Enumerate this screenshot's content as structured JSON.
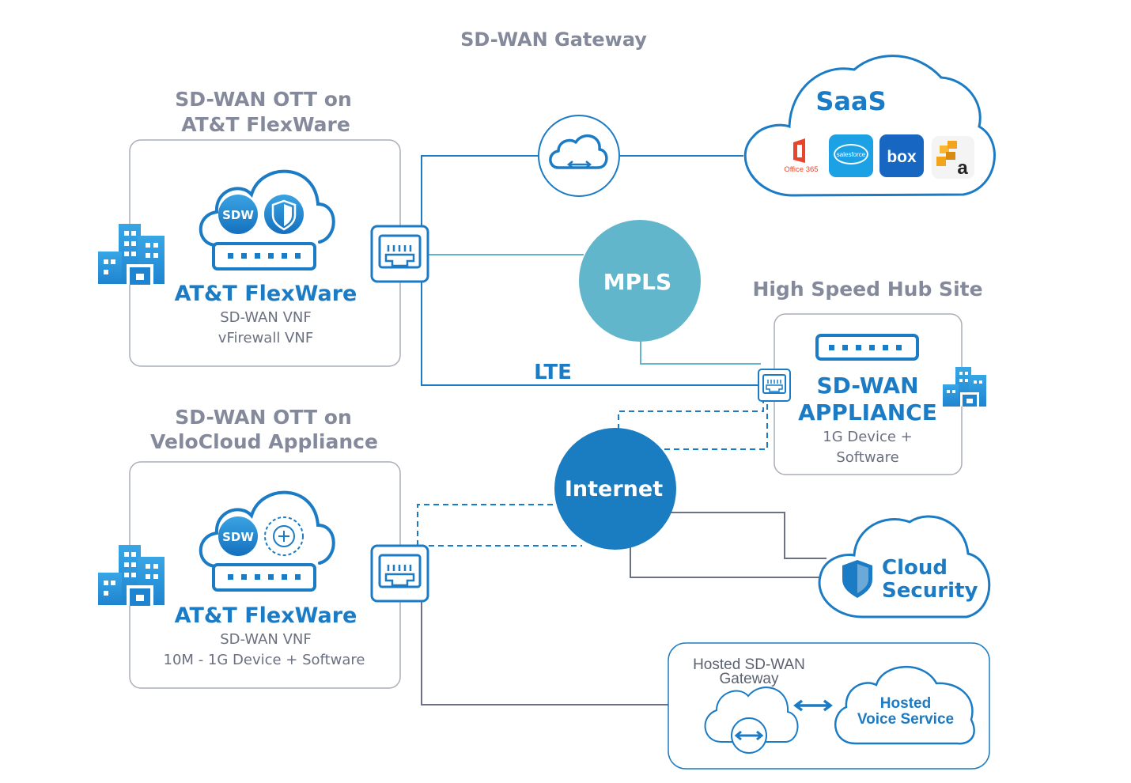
{
  "title": "SD-WAN Gateway",
  "site_flexware": {
    "heading_line1": "SD-WAN OTT on",
    "heading_line2": "AT&T FlexWare",
    "brand": "AT&T FlexWare",
    "sdw_badge": "SDW",
    "detail_line1": "SD-WAN VNF",
    "detail_line2": "vFirewall VNF"
  },
  "site_velocloud": {
    "heading_line1": "SD-WAN OTT on",
    "heading_line2": "VeloCloud Appliance",
    "brand": "AT&T FlexWare",
    "sdw_badge": "SDW",
    "detail_line1": "SD-WAN VNF",
    "detail_line2": "10M - 1G Device + Software"
  },
  "saas": {
    "title": "SaaS",
    "apps": [
      {
        "name": "Office 365",
        "icon": "office365-icon",
        "color": "#e8452c"
      },
      {
        "name": "salesforce",
        "icon": "salesforce-icon",
        "color": "#1da1e5"
      },
      {
        "name": "box",
        "icon": "box-icon",
        "color": "#1767c2"
      },
      {
        "name": "a",
        "icon": "aws-icon",
        "color": "#f2a41c"
      }
    ]
  },
  "networks": {
    "mpls": "MPLS",
    "lte": "LTE",
    "internet": "Internet"
  },
  "hub_site": {
    "heading": "High Speed Hub Site",
    "title_line1": "SD-WAN",
    "title_line2": "APPLIANCE",
    "detail_line1": "1G Device +",
    "detail_line2": "Software"
  },
  "cloud_security": {
    "line1": "Cloud",
    "line2": "Security"
  },
  "hosted": {
    "gateway_line1": "Hosted SD-WAN",
    "gateway_line2": "Gateway",
    "voice_line1": "Hosted",
    "voice_line2": "Voice Service"
  },
  "colors": {
    "brand_blue": "#1b7bc4",
    "mpls_teal": "#62b6cb",
    "internet_blue": "#1a7cc1",
    "line_grey": "#6c7085",
    "border_grey": "#a9adb8",
    "label_grey": "#848a9b"
  }
}
